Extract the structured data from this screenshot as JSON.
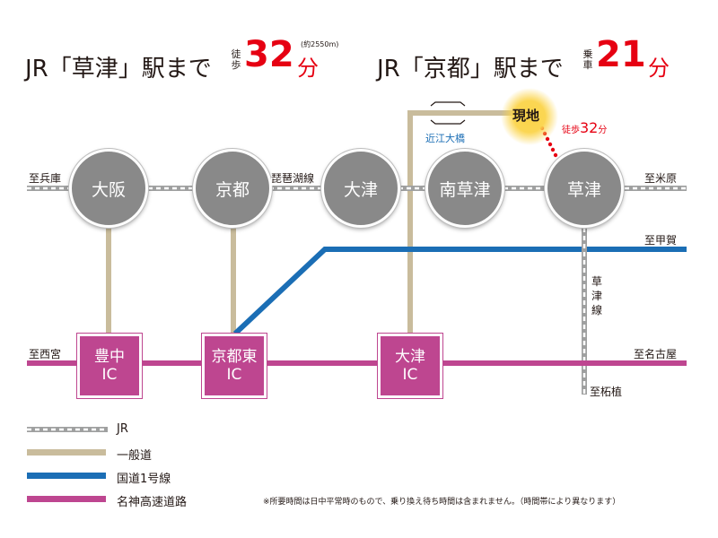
{
  "header_left": {
    "prefix": "JR「草津」駅まで",
    "mode_top": "徒",
    "mode_bottom": "歩",
    "number": "32",
    "unit": "分",
    "note": "(約2550m)"
  },
  "header_right": {
    "prefix": "JR「京都」駅まで",
    "mode_top": "乗",
    "mode_bottom": "車",
    "number": "21",
    "unit": "分"
  },
  "stations": {
    "osaka": "大阪",
    "kyoto": "京都",
    "otsu": "大津",
    "minami_kusatsu": "南草津",
    "kusatsu": "草津"
  },
  "interchanges": {
    "toyonaka": [
      "豊中",
      "IC"
    ],
    "kyoto_higashi": [
      "京都東",
      "IC"
    ],
    "otsu": [
      "大津",
      "IC"
    ]
  },
  "labels": {
    "to_hyogo": "至兵庫",
    "biwako_line": "琵琶湖線",
    "to_maibara": "至米原",
    "to_koka": "至甲賀",
    "to_nishinomiya": "至西宮",
    "to_nagoya": "至名古屋",
    "to_tsuge": "至柘植",
    "kusatsu_line": [
      "草",
      "津",
      "線"
    ],
    "omi_bridge": "近江大橋",
    "site": "現地",
    "walk_label": "徒歩",
    "walk_number": "32",
    "walk_unit": "分"
  },
  "legend": [
    {
      "label": "JR",
      "color": "#9fa0a0"
    },
    {
      "label": "一般道",
      "color": "#c9bc9c"
    },
    {
      "label": "国道1号線",
      "color": "#1b6eb5"
    },
    {
      "label": "名神高速道路",
      "color": "#be4690"
    }
  ],
  "footnote": "※所要時間は日中平常時のもので、乗り換え待ち時間は含まれません。（時間帯により異なります）",
  "colors": {
    "jr": "#9fa0a0",
    "road": "#c9bc9c",
    "route1": "#1b6eb5",
    "meishin": "#be4690",
    "accent": "#e60012",
    "site_glow": "#fbd44a"
  }
}
